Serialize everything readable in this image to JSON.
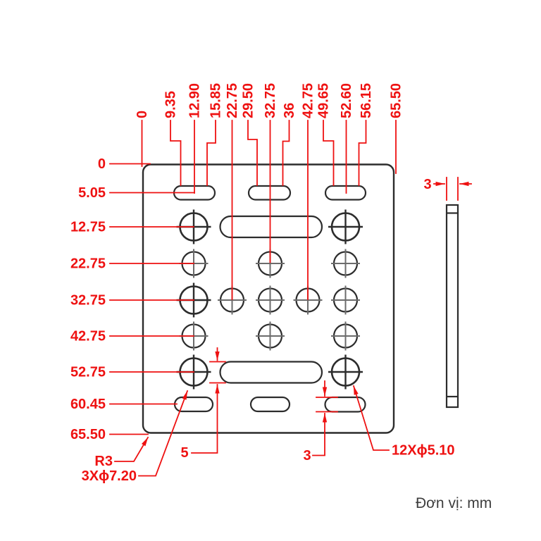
{
  "drawing": {
    "unit_note": "Đơn vị: mm",
    "colors": {
      "dimension": "#ee1111",
      "outline": "#2c2c2c",
      "background": "#ffffff"
    },
    "top_dimensions": [
      "0",
      "9.35",
      "12.90",
      "15.85",
      "22.75",
      "29.50",
      "32.75",
      "36",
      "42.75",
      "49.65",
      "52.60",
      "56.15",
      "65.50"
    ],
    "left_dimensions": [
      "0",
      "5.05",
      "12.75",
      "22.75",
      "32.75",
      "42.75",
      "52.75",
      "60.45",
      "65.50"
    ],
    "callouts": {
      "corner_radius": "R3",
      "large_holes": "3Xϕ7.20",
      "small_holes": "12Xϕ5.10",
      "large_slot_height": "5",
      "small_slot_height": "3",
      "thickness": "3"
    }
  }
}
